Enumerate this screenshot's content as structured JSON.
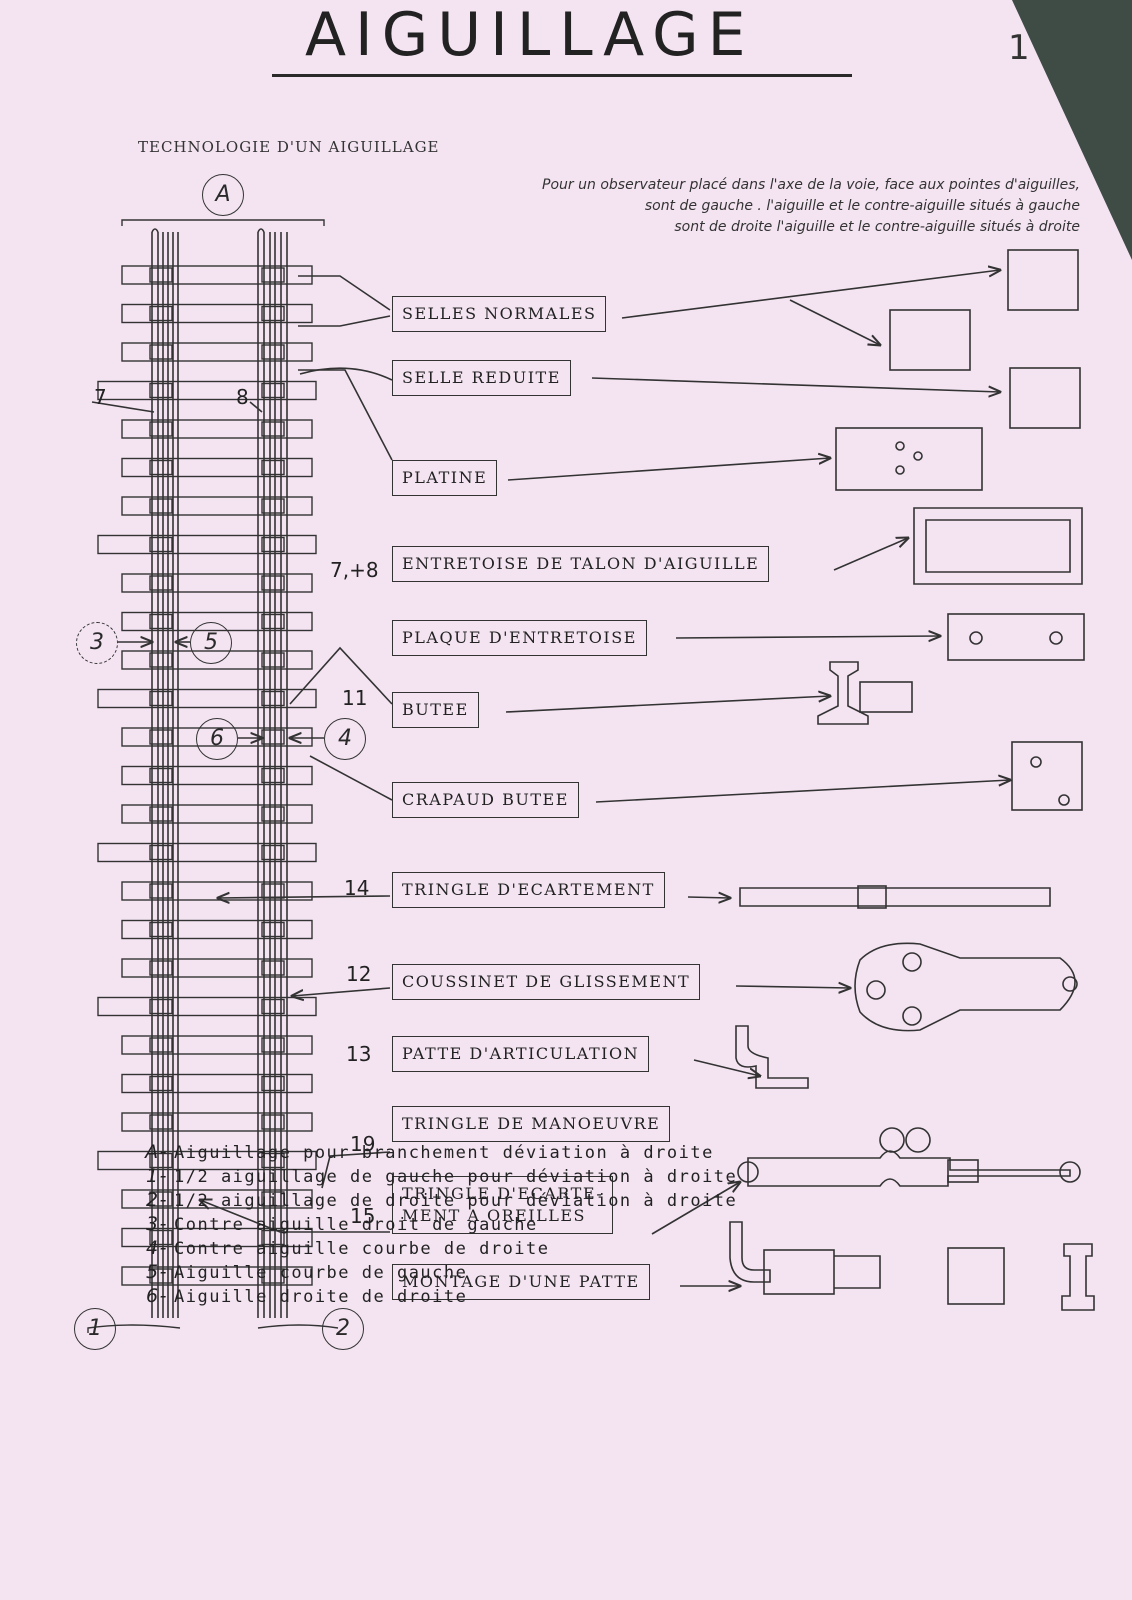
{
  "page": {
    "number": "1"
  },
  "title": "AIGUILLAGE",
  "subtitle": "TECHNOLOGIE D'UN AIGUILLAGE",
  "note": [
    "Pour un observateur placé dans l'axe de la voie, face aux pointes d'aiguilles,",
    "sont de gauche . l'aiguille et le contre-aiguille situés à gauche",
    "sont de droite   l'aiguille et le contre-aiguille situés à droite"
  ],
  "markers": {
    "a": "A",
    "one": "1",
    "two": "2",
    "three": "3",
    "four": "4",
    "five": "5",
    "six": "6",
    "seven": "7",
    "eight": "8",
    "seven_eight": "7,+8",
    "eleven": "11",
    "fourteen": "14",
    "twelve": "12",
    "thirteen": "13",
    "nineteen": "19",
    "fifteen": "15"
  },
  "labels": {
    "selles_normales": "SELLES NORMALES",
    "selle_reduite": "SELLE REDUITE",
    "platine": "PLATINE",
    "entretoise_talon": "ENTRETOISE DE TALON D'AIGUILLE",
    "plaque_entretoise": "PLAQUE D'ENTRETOISE",
    "butee": "BUTEE",
    "crapaud_butee": "CRAPAUD BUTEE",
    "tringle_ecartement": "TRINGLE D'ECARTEMENT",
    "coussinet": "COUSSINET DE GLISSEMENT",
    "patte_articulation": "PATTE D'ARTICULATION",
    "tringle_manoeuvre": "TRINGLE DE MANOEUVRE",
    "tringle_oreilles_1": "TRINGLE D'ECARTE-",
    "tringle_oreilles_2": "MENT A OREILLES",
    "montage_patte": "MONTAGE D'UNE PATTE"
  },
  "legend": [
    {
      "key": "A-",
      "text": "Aiguillage pour branchement déviation à droite"
    },
    {
      "key": "1-",
      "text": "1/2 aiguillage de gauche pour déviation à droite"
    },
    {
      "key": "2-",
      "text": "1/2 aiguillage de droite pour déviation à droite"
    },
    {
      "key": "3-",
      "text": "Contre aiguille droit de gauche"
    },
    {
      "key": "4-",
      "text": "Contre aiguille courbe de droite"
    },
    {
      "key": "5-",
      "text": "Aiguille courbe de gauche"
    },
    {
      "key": "6-",
      "text": "Aiguille droite de droite"
    }
  ]
}
